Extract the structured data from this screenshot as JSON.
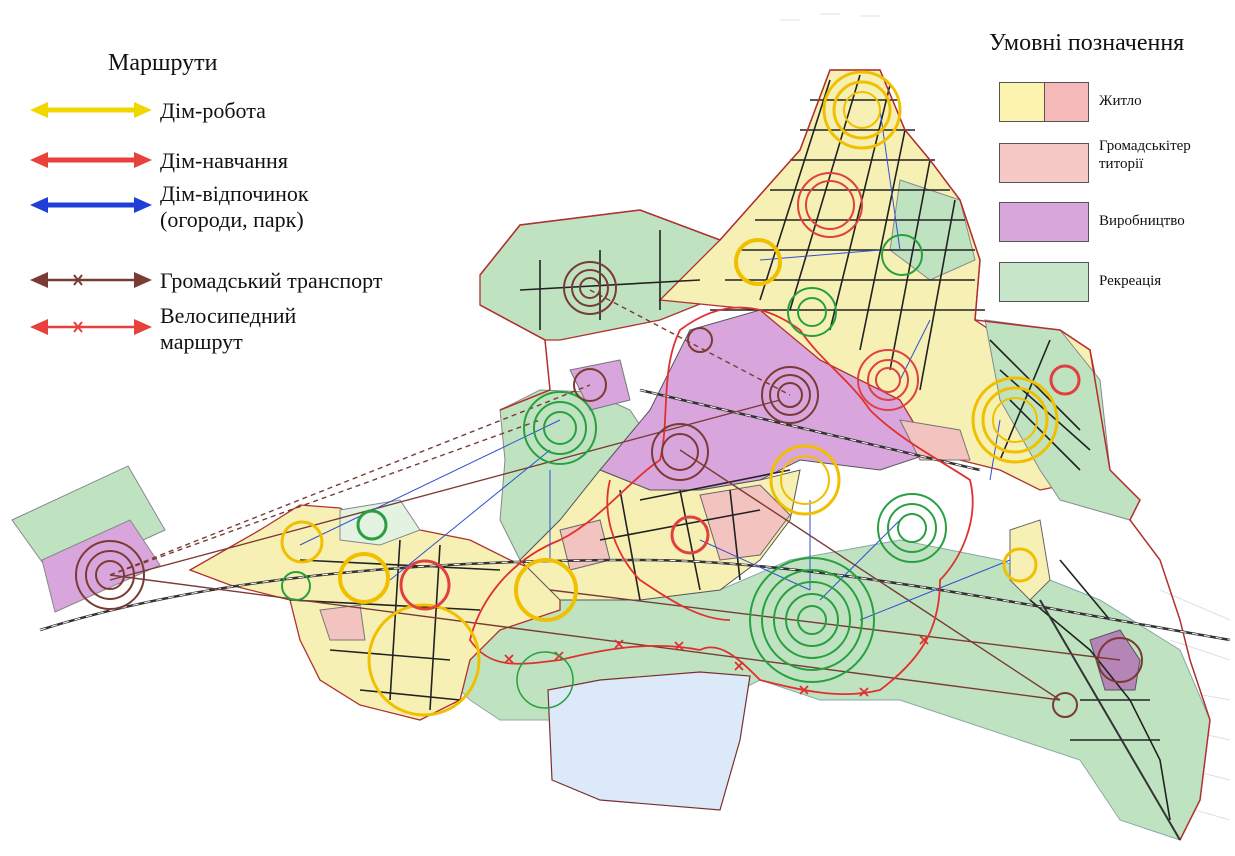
{
  "routes_legend": {
    "title": "Маршрути",
    "items": [
      {
        "label_lines": [
          "Дім-робота"
        ],
        "color": "#f2d600",
        "style": "solid-arrow"
      },
      {
        "label_lines": [
          "Дім-навчання"
        ],
        "color": "#e8403a",
        "style": "solid-arrow"
      },
      {
        "label_lines": [
          "Дім-відпочинок",
          "(огороди, парк)"
        ],
        "color": "#1f3fd8",
        "style": "solid-arrow"
      },
      {
        "label_lines": [
          "Громадський транспорт"
        ],
        "color": "#7a3b35",
        "style": "crossed-arrow"
      },
      {
        "label_lines": [
          "Велосипедний",
          "маршрут"
        ],
        "color": "#e8403a",
        "style": "crossed-arrow"
      }
    ]
  },
  "zones_legend": {
    "title": "Умовні позначення",
    "items": [
      {
        "label_lines": [
          "Житло"
        ],
        "colors": [
          "#fbf3ae",
          "#f5b9b9"
        ]
      },
      {
        "label_lines": [
          "Громадськітер",
          "титорії"
        ],
        "colors": [
          "#f7c9c6"
        ]
      },
      {
        "label_lines": [
          "Виробництво"
        ],
        "colors": [
          "#d9a6db"
        ]
      },
      {
        "label_lines": [
          "Рекреація"
        ],
        "colors": [
          "#c8e6c9"
        ]
      }
    ]
  },
  "map_colors": {
    "housing": "#f7f0b5",
    "public": "#f3c3c0",
    "industry": "#d8a6dc",
    "recreation": "#bfe3c0",
    "water": "#dce9f8",
    "border": "#b03030"
  }
}
